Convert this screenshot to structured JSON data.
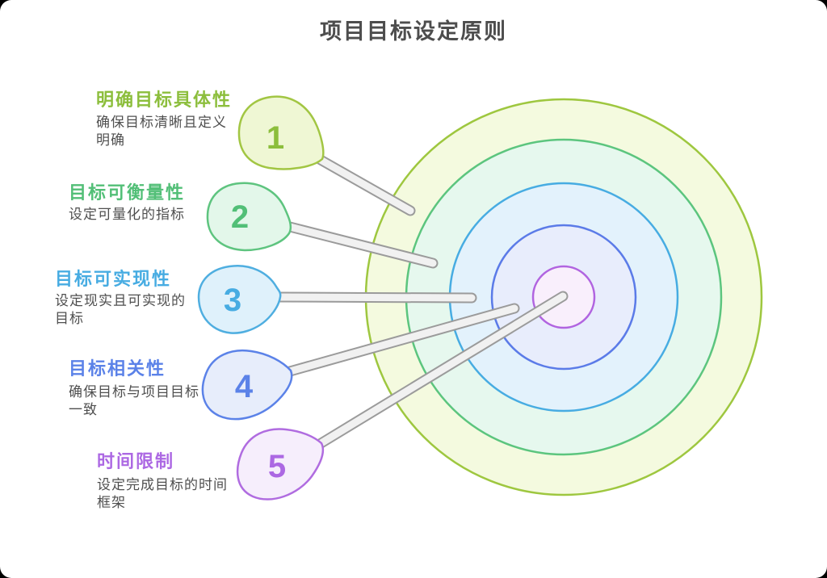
{
  "title": {
    "text": "项目目标设定原则",
    "color": "#4D4D4D"
  },
  "items": [
    {
      "num": "1",
      "heading": "明确目标具体性",
      "desc": "确保目标清晰且定义\n明确",
      "accent": "#8CBE3C",
      "blob_fill": "#EFF7D4",
      "blob_stroke": "#A2C643"
    },
    {
      "num": "2",
      "heading": "目标可衡量性",
      "desc": "设定可量化的指标",
      "accent": "#52BF77",
      "blob_fill": "#E3F7EA",
      "blob_stroke": "#5EC47F"
    },
    {
      "num": "3",
      "heading": "目标可实现性",
      "desc": "设定现实且可实现的\n目标",
      "accent": "#47ACE2",
      "blob_fill": "#DFF1FB",
      "blob_stroke": "#4FAEE0"
    },
    {
      "num": "4",
      "heading": "目标相关性",
      "desc": "确保目标与项目目标\n一致",
      "accent": "#5B82E8",
      "blob_fill": "#E7EDFB",
      "blob_stroke": "#5B82E8"
    },
    {
      "num": "5",
      "heading": "时间限制",
      "desc": "设定完成目标的时间\n框架",
      "accent": "#AC68E3",
      "blob_fill": "#F6EEFC",
      "blob_stroke": "#B06CE0"
    }
  ],
  "target": {
    "rings": [
      {
        "name": "outer",
        "fill": "#F4FADF",
        "stroke": "#9EC73F"
      },
      {
        "name": "ring2",
        "fill": "#E6F8EE",
        "stroke": "#5CC57E"
      },
      {
        "name": "ring3",
        "fill": "#E3F2FC",
        "stroke": "#47ACE2"
      },
      {
        "name": "ring4",
        "fill": "#E8EDFC",
        "stroke": "#5B7BE8"
      },
      {
        "name": "bullseye",
        "fill": "#F9EFFC",
        "stroke": "#B164E0"
      }
    ]
  },
  "needle": {
    "body": "#F1F1F1",
    "outline": "#9B9B9B"
  }
}
